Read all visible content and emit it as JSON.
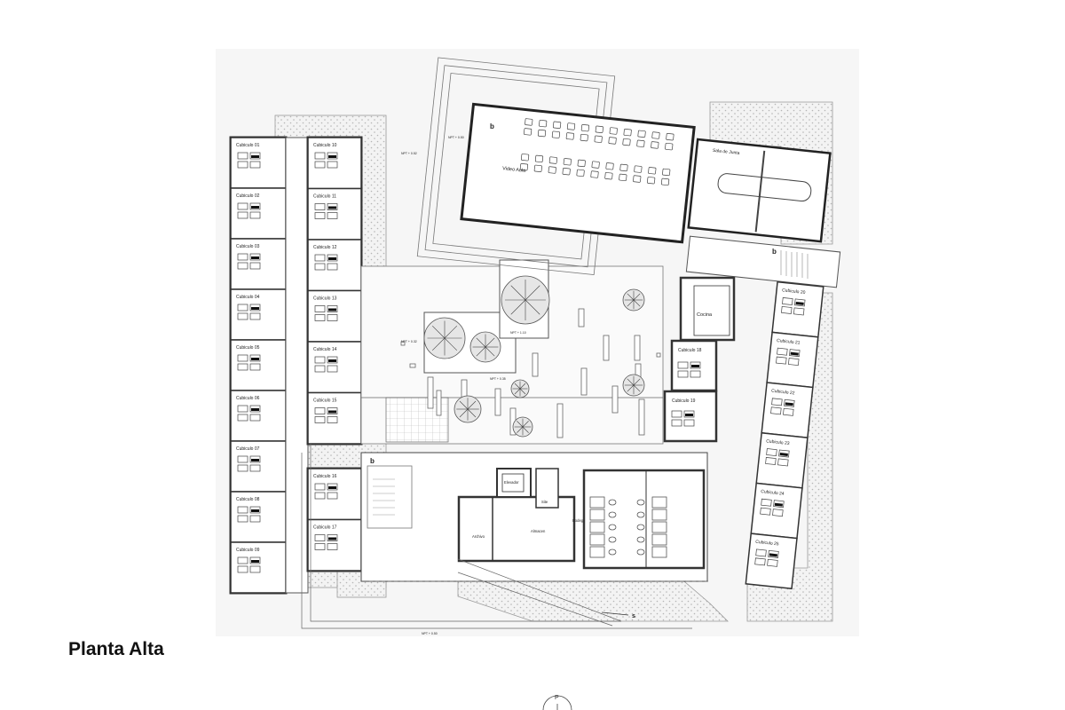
{
  "title": "Planta Alta",
  "north_label": "P",
  "rooms": {
    "video_aula": "Video Aula",
    "sala_junta": "Sala de Junta",
    "cocina": "Cocina",
    "elevador": "Elevador",
    "site": "Site",
    "archivo": "Archivo",
    "almacen": "Almacen",
    "bodega": "Bodega"
  },
  "cubicles_left": [
    "Cubiculo 01",
    "Cubiculo 02",
    "Cubiculo 03",
    "Cubiculo 04",
    "Cubiculo 05",
    "Cubiculo 06",
    "Cubiculo 07",
    "Cubiculo 08",
    "Cubiculo 09"
  ],
  "cubicles_mid": [
    "Cubiculo 10",
    "Cubiculo 11",
    "Cubiculo 12",
    "Cubiculo 13",
    "Cubiculo 14",
    "Cubiculo 15"
  ],
  "cubicles_mid_lower": [
    "Cubiculo 16",
    "Cubiculo 17"
  ],
  "cubicles_east": [
    "Cubiculo 18",
    "Cubiculo 19"
  ],
  "cubicles_right": [
    "Cubiculo 20",
    "Cubiculo 21",
    "Cubiculo 22",
    "Cubiculo 23",
    "Cubiculo 24",
    "Cubiculo 25"
  ],
  "levels": [
    "NPT + 0.50",
    "NPT + 0.52",
    "NPT + 0.35",
    "NPT + 1.10",
    "NPT + 0.32",
    "NPT + 0.50"
  ],
  "section_marks": [
    "b",
    "b",
    "b"
  ],
  "stair_mark": "s"
}
